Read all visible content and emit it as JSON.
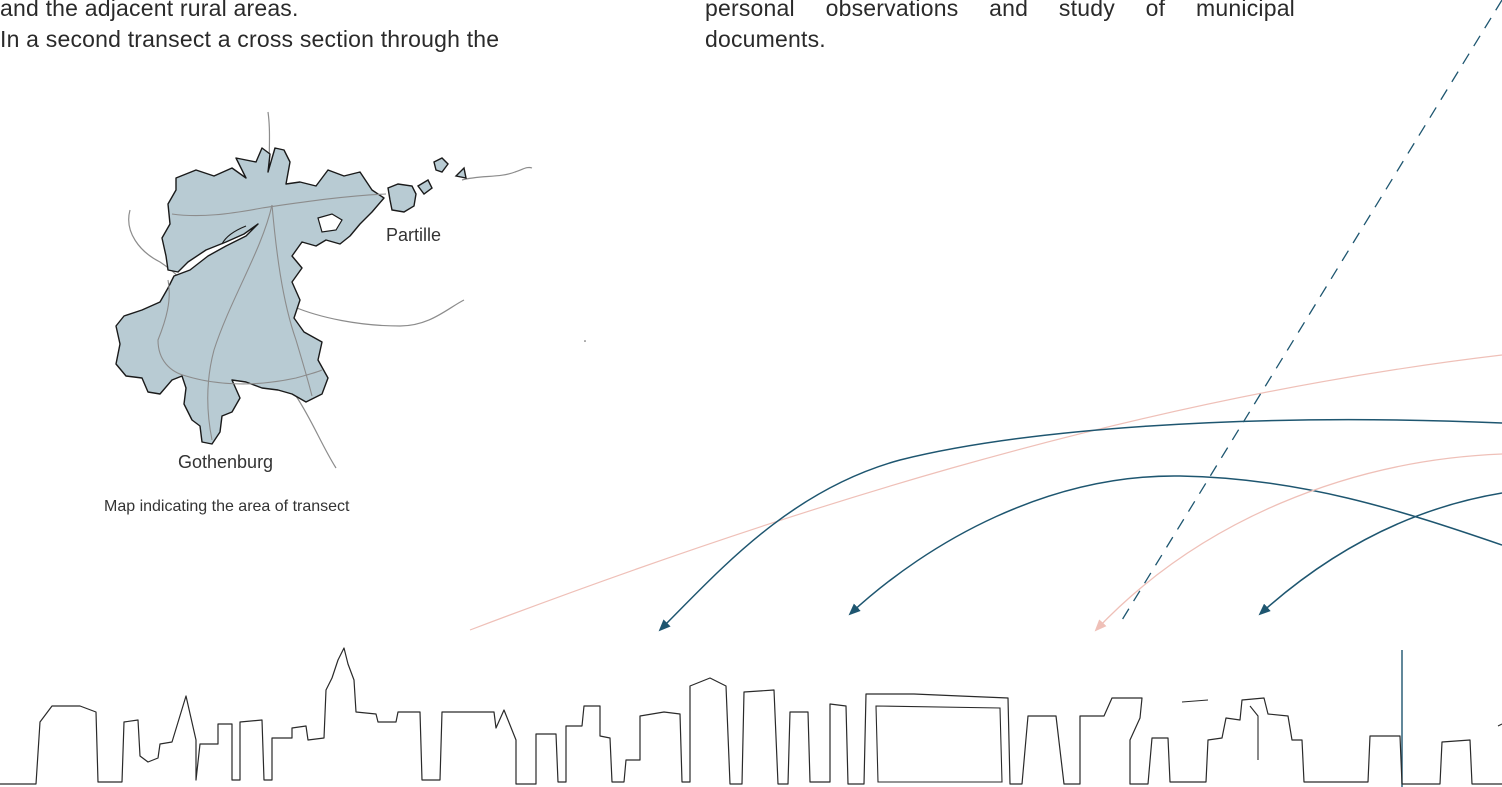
{
  "text_left": {
    "line1": "and the adjacent rural areas.",
    "line2": "In a second transect a cross section through the"
  },
  "text_right": {
    "line1": "personal observations and study of municipal",
    "line2": "documents."
  },
  "map": {
    "label_partille": "Partille",
    "label_gothenburg": "Gothenburg",
    "caption": "Map indicating the area of transect",
    "fill_color": "#b8cbd3",
    "outline_color": "#1a1a1a",
    "road_color": "#8c8c8c"
  },
  "colors": {
    "arrow_dark": "#1e5670",
    "arrow_pink": "#efc0b8",
    "dashed_line": "#1e5670",
    "skyline": "#2a2a2a"
  }
}
